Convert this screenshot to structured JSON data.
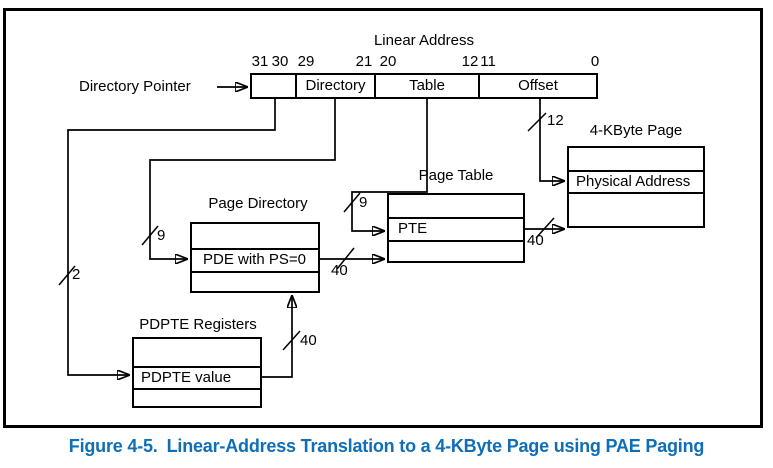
{
  "caption": {
    "number": "Figure 4-5.",
    "title": "Linear-Address Translation to a 4-KByte Page using PAE Paging",
    "color": "#0e6eb8"
  },
  "linear_address": {
    "title": "Linear Address",
    "pointer_label": "Directory Pointer",
    "bit_labels": [
      "31",
      "30",
      "29",
      "21",
      "20",
      "12",
      "11",
      "0"
    ],
    "segments": {
      "directory_pointer": "",
      "directory": "Directory",
      "table": "Table",
      "offset": "Offset"
    }
  },
  "page_directory": {
    "title": "Page Directory",
    "entry": "PDE with PS=0"
  },
  "page_table": {
    "title": "Page Table",
    "entry": "PTE"
  },
  "pdpte_registers": {
    "title": "PDPTE Registers",
    "entry": "PDPTE value"
  },
  "kbyte_page": {
    "title": "4-KByte Page",
    "entry": "Physical Address"
  },
  "bus_widths": {
    "directory_pointer_bits": "2",
    "directory_index_bits": "9",
    "table_index_bits": "9",
    "offset_bits": "12",
    "pdpte_to_page_directory": "40",
    "pde_to_page_table": "40",
    "pte_to_page": "40"
  },
  "colors": {
    "line": "#000000",
    "background": "#ffffff"
  }
}
